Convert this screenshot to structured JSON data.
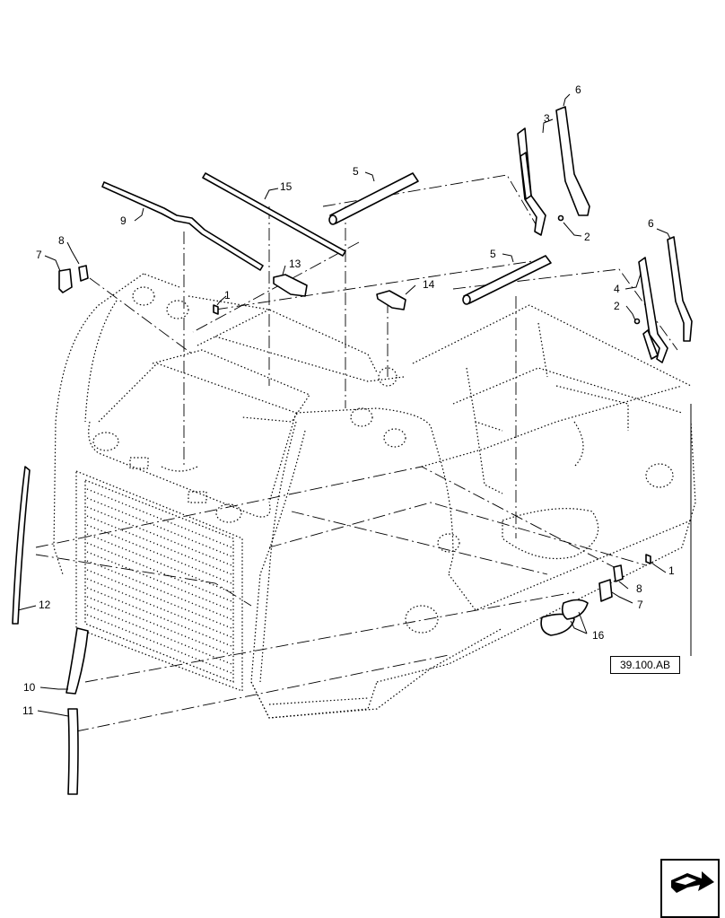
{
  "labels": {
    "l1a": "1",
    "l1b": "1",
    "l2a": "2",
    "l2b": "2",
    "l3": "3",
    "l4": "4",
    "l5a": "5",
    "l5b": "5",
    "l6a": "6",
    "l6b": "6",
    "l7a": "7",
    "l7b": "7",
    "l8a": "8",
    "l8b": "8",
    "l9": "9",
    "l10": "10",
    "l11": "11",
    "l12": "12",
    "l13": "13",
    "l14": "14",
    "l15": "15",
    "l16": "16"
  },
  "reference": "39.100.AB",
  "icons": {
    "nav": "next-page-arrow-icon"
  }
}
